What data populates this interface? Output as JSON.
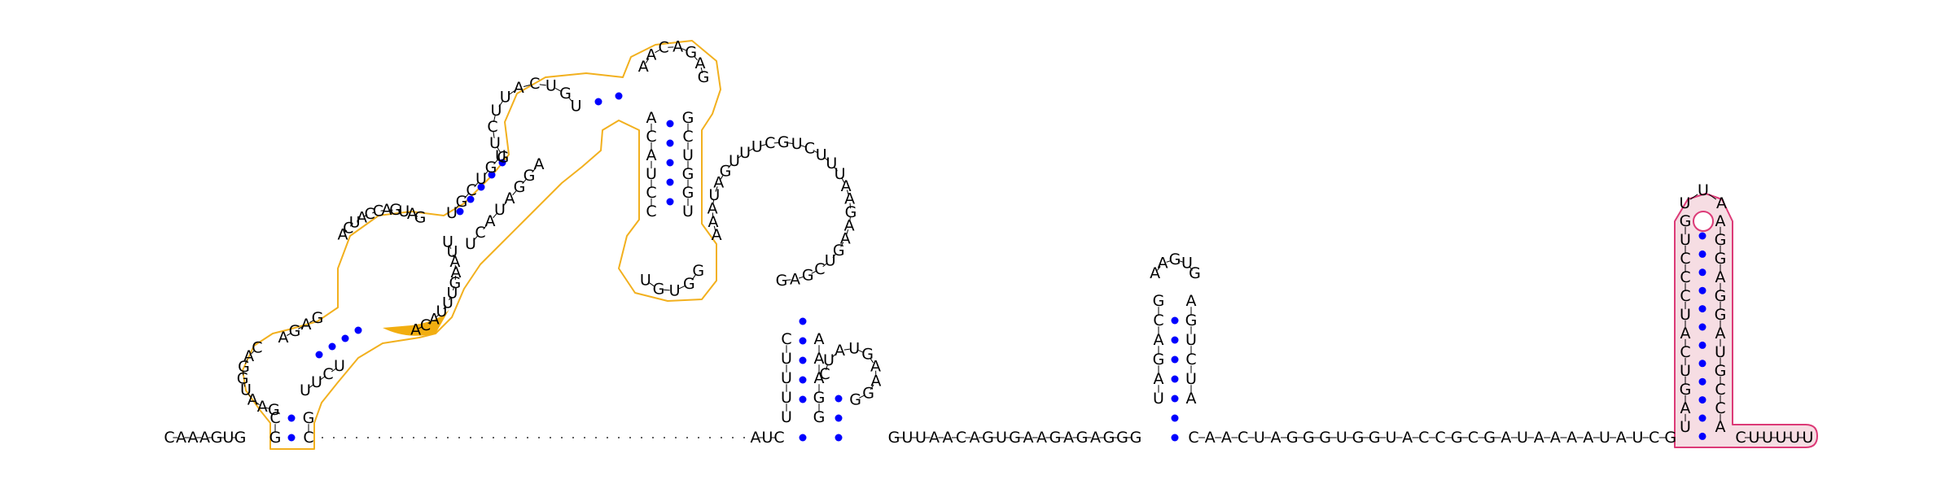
{
  "molecule": {
    "colors": {
      "backbone": "#000000",
      "base_pair_dot": "#0000ff",
      "domain_yellow": "#f2b01e",
      "domain_pink_fill": "#f6dde3",
      "domain_pink_stroke": "#dc3a77",
      "highlight": "#f2ae10"
    },
    "backbone_5prime": "CAAAGUG",
    "backbone_middle_1": "AUC",
    "backbone_middle_2": "GUUAACAGUGAAGAGAGGG",
    "backbone_middle_3": "CAACUAGGGUGGUACCGCGAUAAAAUAUCG",
    "backbone_3prime": "CUUUUU",
    "yellow_domain": {
      "stem_bottom_left": "CG",
      "stem_bottom_right": "GC",
      "hairpin_left": "GAAUGGAC",
      "hairpin_left_stem_in": "AGAG",
      "hairpin_left_stem_out": "UUCU",
      "internal_loop_left": "ACUACCAGUAG",
      "internal_loop_right": "UUAAGUUUACA",
      "helix2_left": "UGCUGU",
      "helix2_right": "UCAUAGGA",
      "upper_loop": "GUCUUACUGU",
      "top_stem_left": "ACAUCC",
      "top_stem_right": "GCUGGU",
      "top_hairpin": "AACAGAG",
      "side_loop": "UGUGG",
      "highlight_seq": "ACA"
    },
    "loop1": "AAAUAGUUUCGUCUUUAAGAAGUCGAG",
    "stem1_left": "CUUUU",
    "stem1_right": "AAAGG",
    "stem1_side_loop": "CUAUGAAGG",
    "stem2_left": "GCAGAU",
    "stem2_right": "AGUCUA",
    "stem2_loop": "AAGUG",
    "pink_domain": {
      "stem_left": "GUCCCUACUGAU",
      "stem_right": "AGGAGGAUGCCA",
      "loop": "UUA"
    }
  }
}
